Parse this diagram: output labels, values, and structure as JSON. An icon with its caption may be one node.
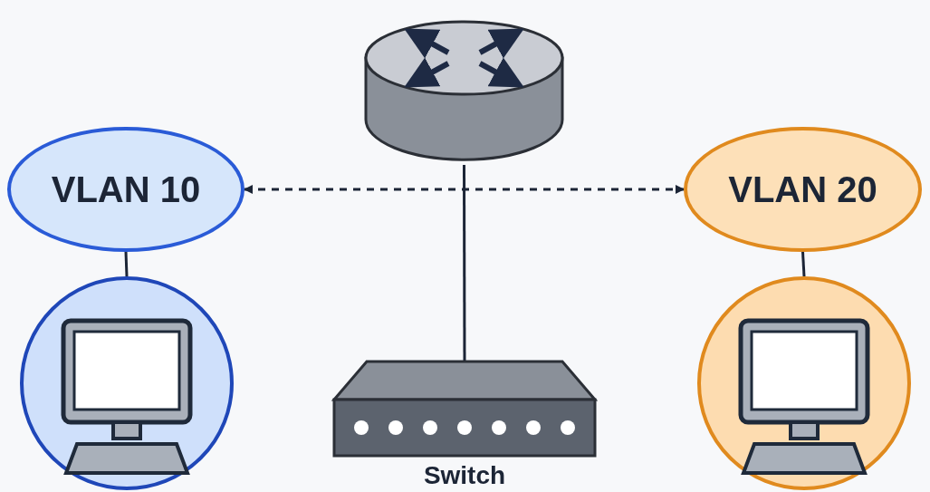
{
  "diagram": {
    "nodes": [
      {
        "text": [],
        "shape": "picture"
      },
      {
        "text": [
          "VLAN 10"
        ]
      },
      {
        "text": [
          "VLAN 20"
        ]
      },
      {
        "text": [],
        "shape": "circle"
      },
      {
        "text": [],
        "shape": "picture",
        "beside": [
          "Switch"
        ]
      },
      {
        "text": [],
        "shape": "circle"
      }
    ],
    "edges": [
      {
        "from": 1,
        "to": 2,
        "arrow": "both",
        "style": "dashed"
      },
      {
        "from": 0,
        "to": 4,
        "arrow": "none"
      },
      {
        "from": 1,
        "to": 3,
        "arrow": "none"
      },
      {
        "from": 2,
        "to": 5,
        "arrow": "none"
      }
    ]
  }
}
